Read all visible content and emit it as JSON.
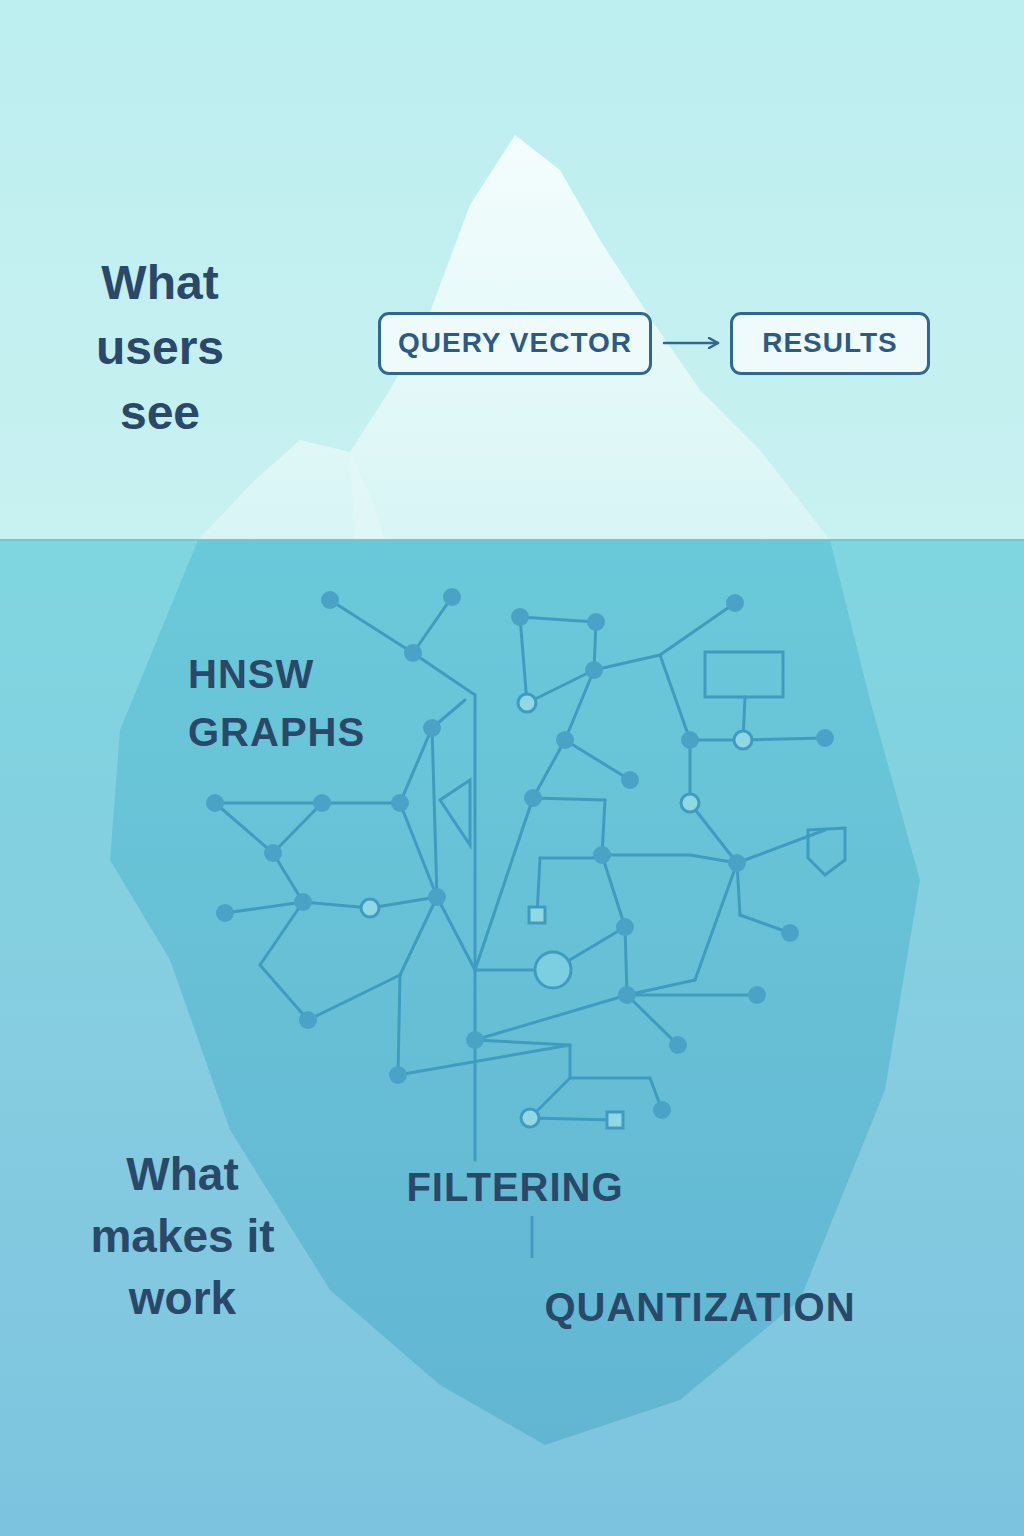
{
  "diagram": {
    "nodes": [
      {
        "text": [
          "QUERY VECTOR"
        ]
      },
      {
        "text": [
          "RESULTS"
        ]
      }
    ],
    "edges": [
      {
        "from": 0,
        "to": 1,
        "arrow": "to"
      }
    ],
    "labels": [
      "What users see",
      "HNSW GRAPHS",
      "What makes it work",
      "FILTERING",
      "QUANTIZATION"
    ]
  }
}
